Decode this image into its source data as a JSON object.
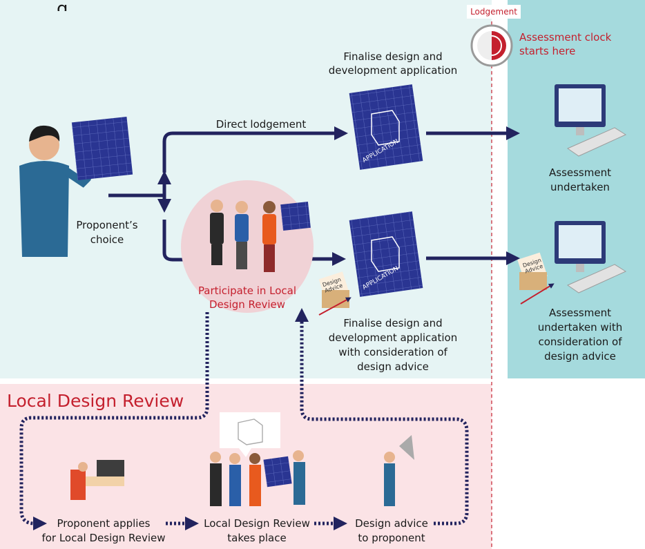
{
  "colors": {
    "top_panel": "#e6f4f4",
    "assessment_panel": "#a5dadd",
    "review_panel": "#fbe3e6",
    "arrow": "#22235e",
    "accent_red": "#c4202e",
    "blueprint": "#2a3592"
  },
  "top_section": {
    "title_fragment": "g"
  },
  "lodgement": {
    "tag": "Lodgement",
    "clock_text_line1": "Assessment clock",
    "clock_text_line2": "starts here",
    "clock_icon": "clock-icon"
  },
  "proponent": {
    "choice_line1": "Proponent’s",
    "choice_line2": "choice",
    "icon": "man-holding-blueprint"
  },
  "direct_path": {
    "label": "Direct lodgement",
    "finalise_line1": "Finalise design and",
    "finalise_line2": "development application",
    "application_text": "APPLICATION"
  },
  "review_path": {
    "participate_line1": "Participate in Local",
    "participate_line2": "Design Review",
    "finalise_line1": "Finalise design and",
    "finalise_line2": "development application",
    "finalise_line3": "with consideration of",
    "finalise_line4": "design advice",
    "advice_line1": "Design",
    "advice_line2": "Advice",
    "application_text": "APPLICATION"
  },
  "assessment": {
    "outcome1_line1": "Assessment",
    "outcome1_line2": "undertaken",
    "outcome2_line1": "Assessment",
    "outcome2_line2": "undertaken with",
    "outcome2_line3": "consideration of",
    "outcome2_line4": "design advice",
    "advice_line1": "Design",
    "advice_line2": "Advice",
    "icon": "computer-checklist-icon"
  },
  "local_design_review": {
    "title": "Local Design Review",
    "step1_line1": "Proponent applies",
    "step1_line2": "for Local Design Review",
    "step2_line1": "Local Design Review",
    "step2_line2": "takes place",
    "step3_line1": "Design advice",
    "step3_line2": "to proponent"
  }
}
